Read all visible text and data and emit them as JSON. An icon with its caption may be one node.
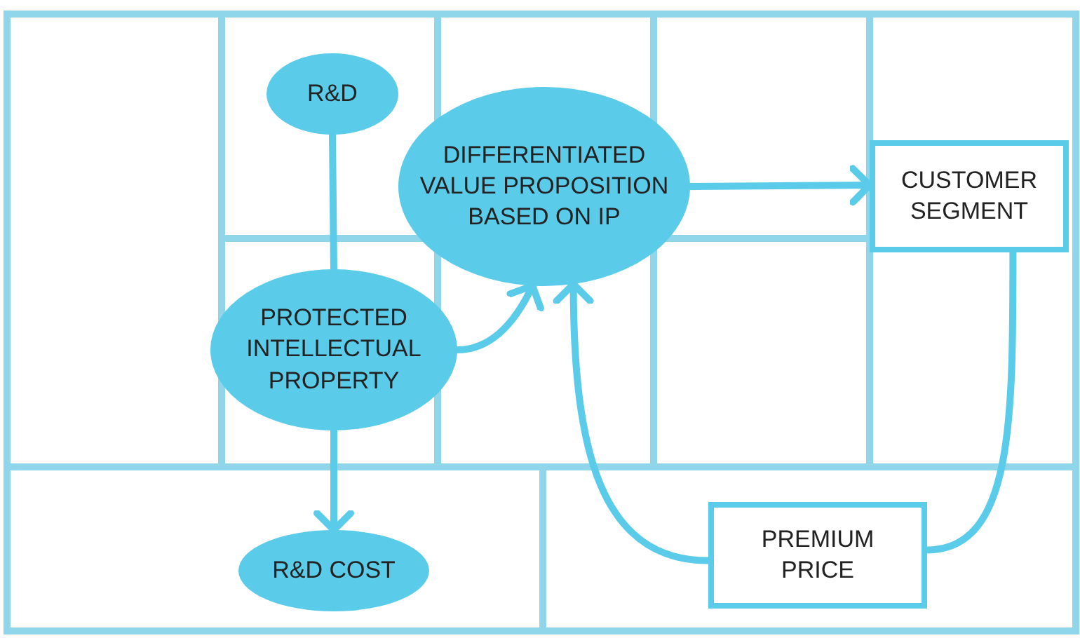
{
  "diagram": {
    "nodes": [
      {
        "text": [
          "R&D"
        ]
      },
      {
        "text": [
          "DIFFERENTIATED VALUE PROPOSITION BASED ON IP"
        ]
      },
      {
        "text": [
          "CUSTOMER SEGMENT"
        ]
      },
      {
        "text": [
          "PROTECTED INTELLECTUAL PROPERTY"
        ]
      },
      {
        "text": [
          "R&D COST"
        ]
      },
      {
        "text": [
          "PREMIUM PRICE"
        ]
      }
    ],
    "edges": [
      {
        "from": 0,
        "to": 3,
        "arrow": "none"
      },
      {
        "from": 3,
        "to": 1,
        "arrow": "to"
      },
      {
        "from": 1,
        "to": 2,
        "arrow": "to"
      },
      {
        "from": 2,
        "to": 5,
        "arrow": "none"
      },
      {
        "from": 5,
        "to": 1,
        "arrow": "to"
      },
      {
        "from": 3,
        "to": 4,
        "arrow": "to"
      }
    ]
  }
}
